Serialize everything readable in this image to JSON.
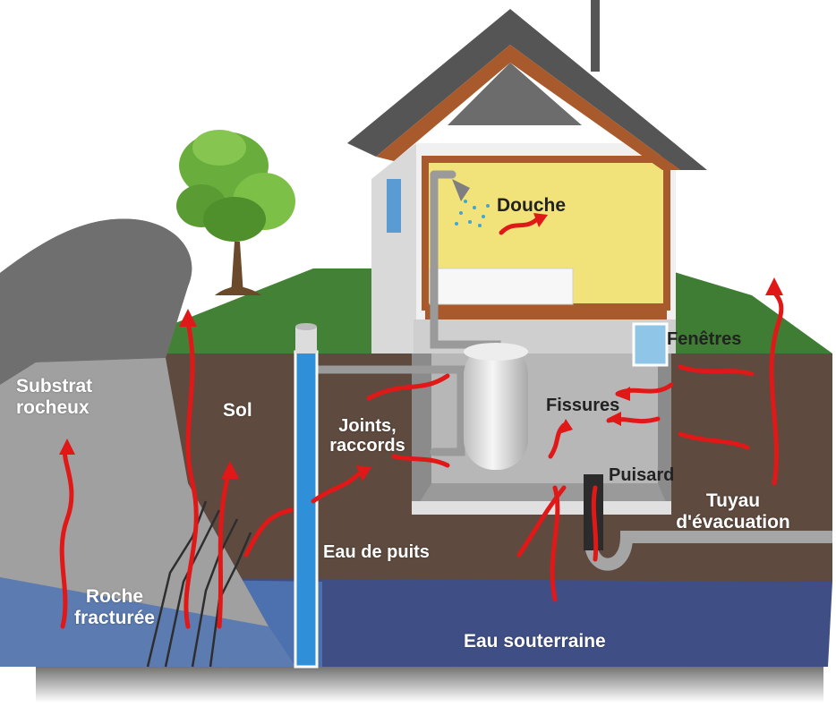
{
  "labels": {
    "douche": "Douche",
    "fenetres": "Fenêtres",
    "substrat_line1": "Substrat",
    "substrat_line2": "rocheux",
    "sol": "Sol",
    "joints_line1": "Joints,",
    "joints_line2": "raccords",
    "fissures": "Fissures",
    "puisard": "Puisard",
    "tuyau_line1": "Tuyau",
    "tuyau_line2": "d'évacuation",
    "eau_puits": "Eau de puits",
    "roche_line1": "Roche",
    "roche_line2": "fracturée",
    "eau_souterraine": "Eau souterraine"
  },
  "colors": {
    "soil": "#5e4a3e",
    "groundwater": "#3f4f86",
    "rock": "#8c8c8c",
    "grass": "#3f7d34",
    "roof": "#555555",
    "wall": "#e6e6e6",
    "trim": "#a85a2c",
    "room": "#f1e27a",
    "arrow": "#e01818",
    "well_pipe": "#2f8fd8"
  }
}
